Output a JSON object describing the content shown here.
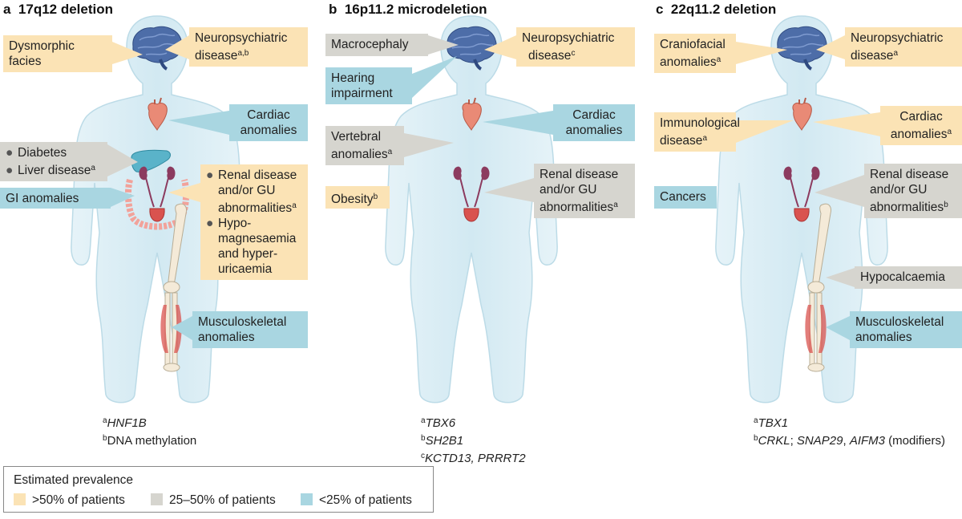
{
  "colors": {
    "yellow": "#fbe3b5",
    "gray": "#d6d5cf",
    "blue": "#a9d6e1"
  },
  "panels": [
    {
      "letter": "a",
      "title": "17q12 deletion",
      "boxes": {
        "dysmorphic": [
          "Dysmorphic",
          "facies"
        ],
        "neuro": [
          "Neuropsychiatric",
          "disease",
          "a,b"
        ],
        "cardiac": [
          "Cardiac",
          "anomalies"
        ],
        "diabetes": "Diabetes",
        "liver": "Liver disease",
        "liver_sup": "a",
        "gi": "GI anomalies",
        "renal": [
          "Renal disease",
          "and/or GU",
          "abnormalities",
          "a"
        ],
        "hypo": [
          "Hypo-",
          "magnesaemia",
          "and hyper-",
          "uricaemia"
        ],
        "musculo": [
          "Musculoskeletal",
          "anomalies"
        ]
      },
      "notes": [
        {
          "sup": "a",
          "text": "HNF1B",
          "italic": true
        },
        {
          "sup": "b",
          "text": "DNA methylation",
          "italic": false
        }
      ]
    },
    {
      "letter": "b",
      "title": "16p11.2 microdeletion",
      "boxes": {
        "macro": "Macrocephaly",
        "neuro": [
          "Neuropsychiatric",
          "disease",
          "c"
        ],
        "hearing": [
          "Hearing",
          "impairment"
        ],
        "cardiac": [
          "Cardiac",
          "anomalies"
        ],
        "vertebral": [
          "Vertebral",
          "anomalies",
          "a"
        ],
        "obesity": [
          "Obesity",
          "b"
        ],
        "renal": [
          "Renal disease",
          "and/or GU",
          "abnormalities",
          "a"
        ]
      },
      "notes": [
        {
          "sup": "a",
          "text": "TBX6"
        },
        {
          "sup": "b",
          "text": "SH2B1"
        },
        {
          "sup": "c",
          "text": "KCTD13, PRRRT2"
        }
      ]
    },
    {
      "letter": "c",
      "title": "22q11.2 deletion",
      "boxes": {
        "cranio": [
          "Craniofacial",
          "anomalies",
          "a"
        ],
        "neuro": [
          "Neuropsychiatric",
          "disease",
          "a"
        ],
        "immuno": [
          "Immunological",
          "disease",
          "a"
        ],
        "cardiac": [
          "Cardiac",
          "anomalies",
          "a"
        ],
        "cancers": "Cancers",
        "renal": [
          "Renal disease",
          "and/or GU",
          "abnormalities",
          "b"
        ],
        "hypocal": "Hypocalcaemia",
        "musculo": [
          "Musculoskeletal",
          "anomalies"
        ]
      },
      "notes": [
        {
          "sup": "a",
          "text": "TBX1"
        },
        {
          "sup": "b",
          "part1": "CRKL",
          "sep1": "; ",
          "part2": "SNAP29",
          "sep2": ", ",
          "part3": "AIFM3",
          "tail": " (modifiers)"
        }
      ]
    }
  ],
  "legend": {
    "title": "Estimated prevalence",
    "items": [
      {
        "label": ">50% of patients",
        "color": "#fbe3b5"
      },
      {
        "label": "25–50% of patients",
        "color": "#d6d5cf"
      },
      {
        "label": "<25% of patients",
        "color": "#a9d6e1"
      }
    ]
  }
}
